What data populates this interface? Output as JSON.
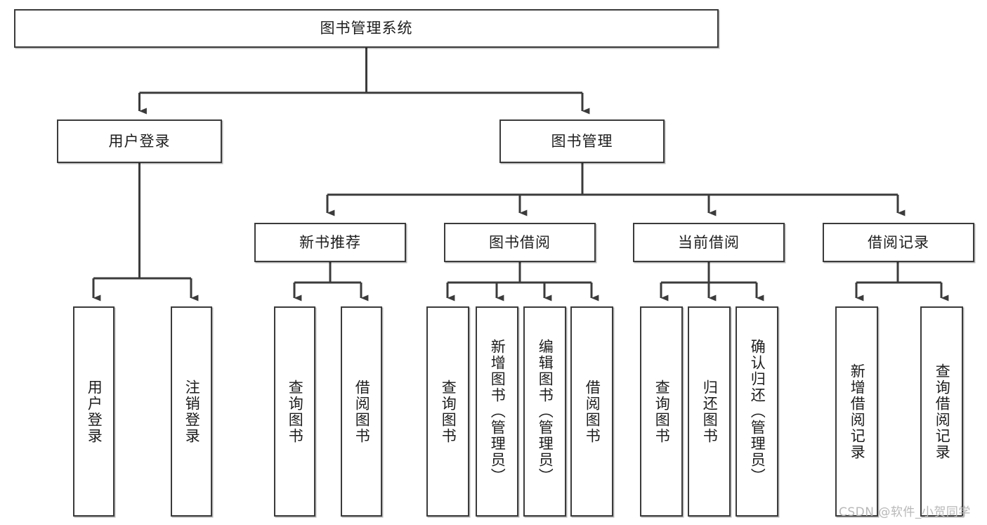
{
  "diagram": {
    "type": "tree-hierarchy-chart",
    "title": "图书管理系统",
    "watermark": "CSDN @软件_小贺同学",
    "colors": {
      "stroke": "#3b3b3b",
      "fill": "#ffffff",
      "text": "#1d1d1d",
      "watermark": "#b8b8b8"
    },
    "nodes": {
      "root": {
        "label": "图书管理系统",
        "orientation": "horizontal"
      },
      "level2": [
        {
          "id": "user-login",
          "label": "用户登录",
          "orientation": "horizontal"
        },
        {
          "id": "book-management",
          "label": "图书管理",
          "orientation": "horizontal"
        }
      ],
      "level3": [
        {
          "id": "new-book-recommend",
          "label": "新书推荐",
          "orientation": "horizontal"
        },
        {
          "id": "book-borrow",
          "label": "图书借阅",
          "orientation": "horizontal"
        },
        {
          "id": "current-borrow",
          "label": "当前借阅",
          "orientation": "horizontal"
        },
        {
          "id": "borrow-record",
          "label": "借阅记录",
          "orientation": "horizontal"
        }
      ],
      "leaves": [
        {
          "id": "leaf-user-login",
          "label": "用户登录",
          "parent": "user-login",
          "orientation": "vertical"
        },
        {
          "id": "leaf-logout-login",
          "label": "注销登录",
          "parent": "user-login",
          "orientation": "vertical"
        },
        {
          "id": "leaf-query-book-1",
          "label": "查询图书",
          "parent": "new-book-recommend",
          "orientation": "vertical"
        },
        {
          "id": "leaf-borrow-book-1",
          "label": "借阅图书",
          "parent": "new-book-recommend",
          "orientation": "vertical"
        },
        {
          "id": "leaf-query-book-2",
          "label": "查询图书",
          "parent": "book-borrow",
          "orientation": "vertical"
        },
        {
          "id": "leaf-add-book",
          "label": "新增图书（管理员）",
          "parent": "book-borrow",
          "orientation": "vertical"
        },
        {
          "id": "leaf-edit-book",
          "label": "编辑图书（管理员）",
          "parent": "book-borrow",
          "orientation": "vertical"
        },
        {
          "id": "leaf-borrow-book-2",
          "label": "借阅图书",
          "parent": "book-borrow",
          "orientation": "vertical"
        },
        {
          "id": "leaf-query-book-3",
          "label": "查询图书",
          "parent": "current-borrow",
          "orientation": "vertical"
        },
        {
          "id": "leaf-return-book",
          "label": "归还图书",
          "parent": "current-borrow",
          "orientation": "vertical"
        },
        {
          "id": "leaf-confirm-return",
          "label": "确认归还（管理员）",
          "parent": "current-borrow",
          "orientation": "vertical"
        },
        {
          "id": "leaf-add-record",
          "label": "新增借阅记录",
          "parent": "borrow-record",
          "orientation": "vertical"
        },
        {
          "id": "leaf-query-record",
          "label": "查询借阅记录",
          "parent": "borrow-record",
          "orientation": "vertical"
        }
      ]
    }
  }
}
